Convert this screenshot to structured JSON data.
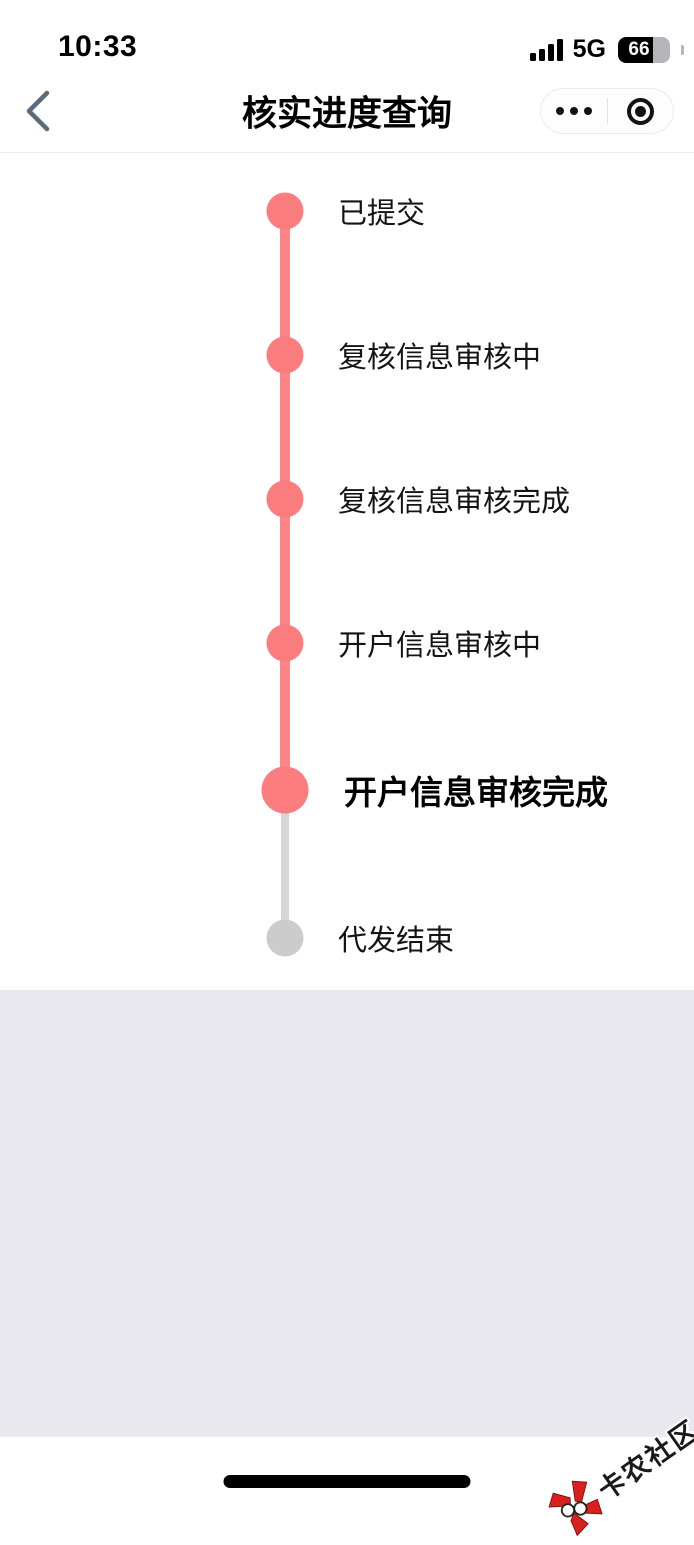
{
  "status_bar": {
    "time": "10:33",
    "network": "5G",
    "battery_percent": "66",
    "signal_icon": "cellular-signal-4-bars",
    "battery_icon": "battery-66-percent"
  },
  "nav": {
    "title": "核实进度查询",
    "back_icon": "chevron-left",
    "more_icon": "ellipsis-menu",
    "capsule_icon": "record-target-dot"
  },
  "timeline": {
    "steps": [
      {
        "label": "已提交",
        "status": "done"
      },
      {
        "label": "复核信息审核中",
        "status": "done"
      },
      {
        "label": "复核信息审核完成",
        "status": "done"
      },
      {
        "label": "开户信息审核中",
        "status": "done"
      },
      {
        "label": "开户信息审核完成",
        "status": "current"
      },
      {
        "label": "代发结束",
        "status": "pending"
      }
    ],
    "colors": {
      "dot_active": "#fb7d80",
      "line_active": "#fb8589",
      "dot_pending": "#cccccc",
      "line_pending": "#d6d6d6"
    }
  },
  "watermark": {
    "text": "卡农社区",
    "logo_icon": "red-pinwheel-logo",
    "logo_color": "#d8211f"
  }
}
